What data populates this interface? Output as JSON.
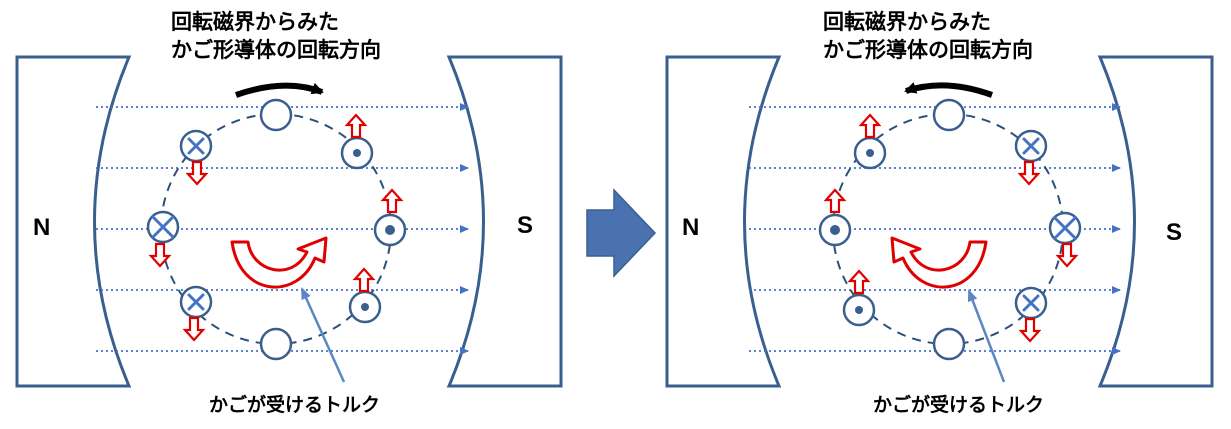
{
  "left_panel": {
    "title_line1": "回転磁界からみた",
    "title_line2": "かご形導体の回転方向",
    "torque_label": "かごが受けるトルク",
    "pole_left": "N",
    "pole_right": "S"
  },
  "right_panel": {
    "title_line1": "回転磁界からみた",
    "title_line2": "かご形導体の回転方向",
    "torque_label": "かごが受けるトルク",
    "pole_left": "N",
    "pole_right": "S"
  },
  "colors": {
    "magnet_stroke": "#3a5f8f",
    "field_line": "#4472c4",
    "conductor": "#3a5f8f",
    "force_arrow": "#e00000",
    "transition_arrow": "#4a72b0",
    "torque_pointer": "#5b87c5"
  },
  "icons": [
    "current-out-dot-icon",
    "current-in-cross-icon",
    "force-arrow-icon",
    "rotation-arrow-icon",
    "transition-arrow-icon"
  ]
}
